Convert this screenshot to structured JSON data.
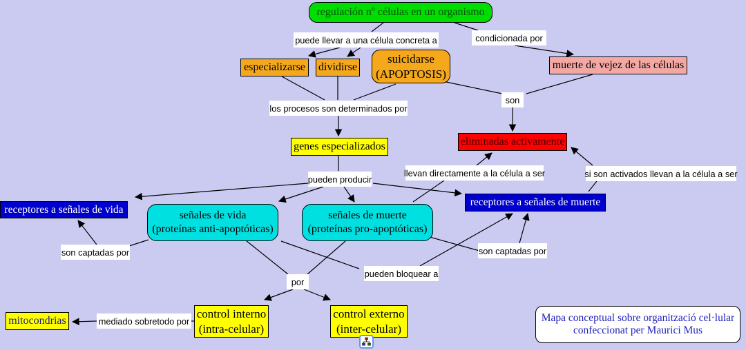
{
  "background_color": "#cbcbf2",
  "nodes": {
    "regulacion": {
      "label": "regulación nº células en un organismo",
      "bg": "#00dd00"
    },
    "especializarse": {
      "label": "especializarse",
      "bg": "#f5a81c"
    },
    "dividirse": {
      "label": "dividirse",
      "bg": "#f5a81c"
    },
    "suicidarse": {
      "label": "suicidarse\n(APOPTOSIS)",
      "bg": "#f5a81c"
    },
    "muerte_vejez": {
      "label": "muerte de vejez de las células",
      "bg": "#f4a8a4"
    },
    "genes": {
      "label": "genes especializados",
      "bg": "#ffff00"
    },
    "eliminadas": {
      "label": "eliminadas activamente",
      "bg": "#ff0000"
    },
    "receptores_vida": {
      "label": "receptores a señales de vida",
      "bg": "#0000cc"
    },
    "senales_vida": {
      "label": "señales de vida\n(proteínas anti-apoptóticas)",
      "bg": "#00e0e0"
    },
    "senales_muerte": {
      "label": "señales de muerte\n(proteínas pro-apoptóticas)",
      "bg": "#00e0e0"
    },
    "receptores_muerte": {
      "label": "receptores a señales de muerte",
      "bg": "#0000cc"
    },
    "control_interno": {
      "label": "control interno\n(intra-celular)",
      "bg": "#ffff00"
    },
    "control_externo": {
      "label": "control externo\n(inter-celular)",
      "bg": "#ffff00"
    },
    "mitocondrias": {
      "label": "mitocondrias",
      "bg": "#ffff00"
    }
  },
  "link_labels": {
    "puede_llevar": "puede llevar a una célula concreta a",
    "condicionada": "condicionada por",
    "procesos": "los procesos son determinados por",
    "son": "son",
    "pueden_producir": "pueden producir",
    "llevan_directamente": "llevan directamente a la célula a ser",
    "si_son_activados": "si son activados llevan a la célula a ser",
    "son_captadas_izq": "son captadas por",
    "son_captadas_der": "son captadas por",
    "pueden_bloquear": "pueden bloquear a",
    "por": "por",
    "mediado": "mediado sobretodo por"
  },
  "credit": {
    "text": "Mapa conceptual sobre organització cel·lular\nconfeccionat per Maurici Mus",
    "text_color": "#2121bd"
  },
  "icons": {
    "resource_icon": "concept-map-resource-link"
  }
}
